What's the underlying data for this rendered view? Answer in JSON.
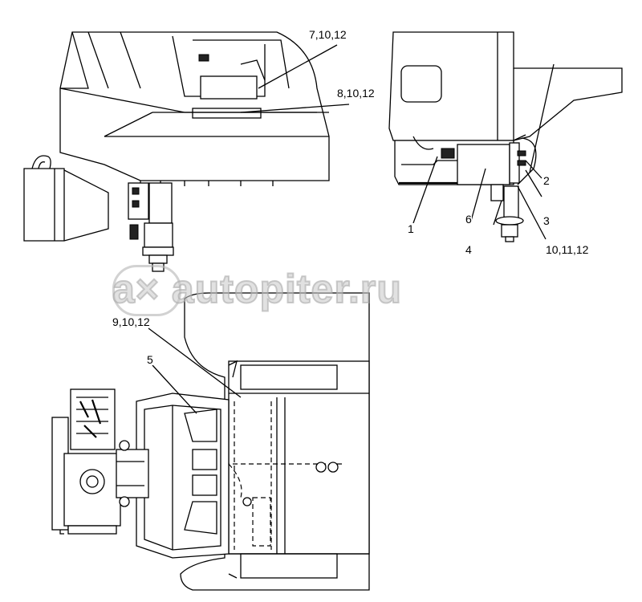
{
  "callouts": {
    "c_7_10_12": "7,10,12",
    "c_8_10_12": "8,10,12",
    "c_1": "1",
    "c_2": "2",
    "c_3": "3",
    "c_4": "4",
    "c_6": "6",
    "c_10_11_12": "10,11,12",
    "c_9_10_12": "9,10,12",
    "c_5": "5"
  },
  "watermark": "a× autopiter.ru"
}
